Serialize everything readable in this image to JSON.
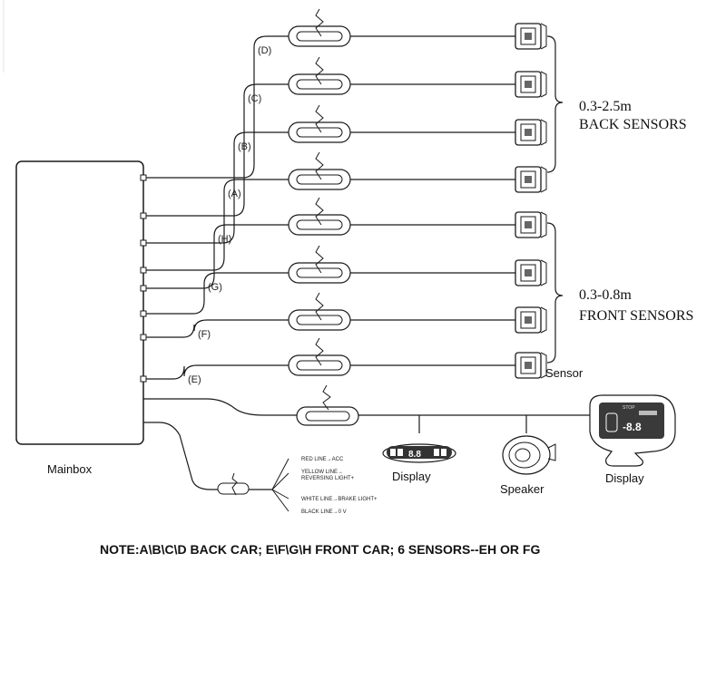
{
  "mainbox_label": "Mainbox",
  "channels": [
    {
      "id": "D",
      "label": "(D)"
    },
    {
      "id": "C",
      "label": "(C)"
    },
    {
      "id": "B",
      "label": "(B)"
    },
    {
      "id": "A",
      "label": "(A)"
    },
    {
      "id": "H",
      "label": "(H)"
    },
    {
      "id": "G",
      "label": "(G)"
    },
    {
      "id": "F",
      "label": "(F)"
    },
    {
      "id": "E",
      "label": "(E)"
    }
  ],
  "back_group": {
    "range": "0.3-2.5m",
    "label": "BACK SENSORS"
  },
  "front_group": {
    "range": "0.3-0.8m",
    "label": "FRONT SENSORS"
  },
  "sensor_label": "Sensor",
  "wires": [
    "RED LINE→ACC",
    "YELLOW LINE→",
    "REVERSING LIGHT+",
    "WHITE LINE→BRAKE LIGHT+",
    "BLACK LINE→0 V"
  ],
  "display_small": {
    "label": "Display",
    "readout": "8.8"
  },
  "speaker_label": "Speaker",
  "display_large": {
    "label": "Display",
    "readout": "-8.8",
    "header": "STOP"
  },
  "note": "NOTE:A\\B\\C\\D BACK CAR; E\\F\\G\\H FRONT CAR; 6 SENSORS--EH OR FG"
}
